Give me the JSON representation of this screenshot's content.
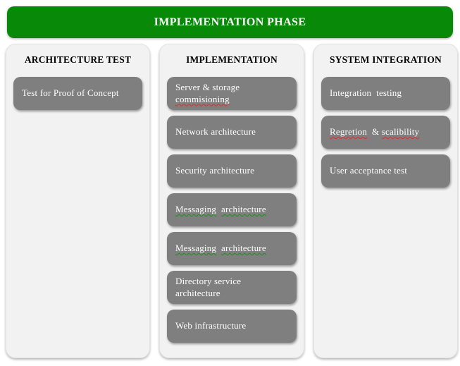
{
  "header": {
    "title": "IMPLEMENTATION PHASE"
  },
  "columns": [
    {
      "title": "ARCHITECTURE TEST",
      "boxes": [
        {
          "segments": [
            {
              "text": "Test for Proof of Concept",
              "style": "plain"
            }
          ]
        }
      ]
    },
    {
      "title": "IMPLEMENTATION",
      "boxes": [
        {
          "segments": [
            {
              "text": "Server & storage",
              "style": "plain"
            },
            {
              "text": "commisioning",
              "style": "misspelled"
            }
          ]
        },
        {
          "segments": [
            {
              "text": "Network architecture",
              "style": "plain"
            }
          ]
        },
        {
          "segments": [
            {
              "text": "Security architecture",
              "style": "plain"
            }
          ]
        },
        {
          "segments": [
            {
              "text": "Messaging",
              "style": "grammar"
            },
            {
              "text": "  ",
              "style": "plain"
            },
            {
              "text": "architecture",
              "style": "grammar"
            }
          ]
        },
        {
          "segments": [
            {
              "text": "Messaging",
              "style": "grammar"
            },
            {
              "text": "  ",
              "style": "plain"
            },
            {
              "text": "architecture",
              "style": "grammar"
            }
          ]
        },
        {
          "segments": [
            {
              "text": "Directory service architecture",
              "style": "plain"
            }
          ]
        },
        {
          "segments": [
            {
              "text": "Web infrastructure",
              "style": "plain"
            }
          ]
        }
      ]
    },
    {
      "title": "SYSTEM INTEGRATION",
      "boxes": [
        {
          "segments": [
            {
              "text": "Integration  testing",
              "style": "plain"
            }
          ]
        },
        {
          "segments": [
            {
              "text": "Regretion",
              "style": "misspelled"
            },
            {
              "text": "  & ",
              "style": "plain"
            },
            {
              "text": "scalibility",
              "style": "misspelled"
            }
          ]
        },
        {
          "segments": [
            {
              "text": "User acceptance test",
              "style": "plain"
            }
          ]
        }
      ]
    }
  ],
  "colors": {
    "header_green": "#088A08",
    "task_gray": "#7F7F7F",
    "panel_bg": "#F2F2F2",
    "spellcheck_red": "#D93025",
    "grammar_green": "#1E8E1E",
    "header_text": "#FFFFFF",
    "column_title_text": "#000000",
    "task_text": "#FFFFFF"
  }
}
